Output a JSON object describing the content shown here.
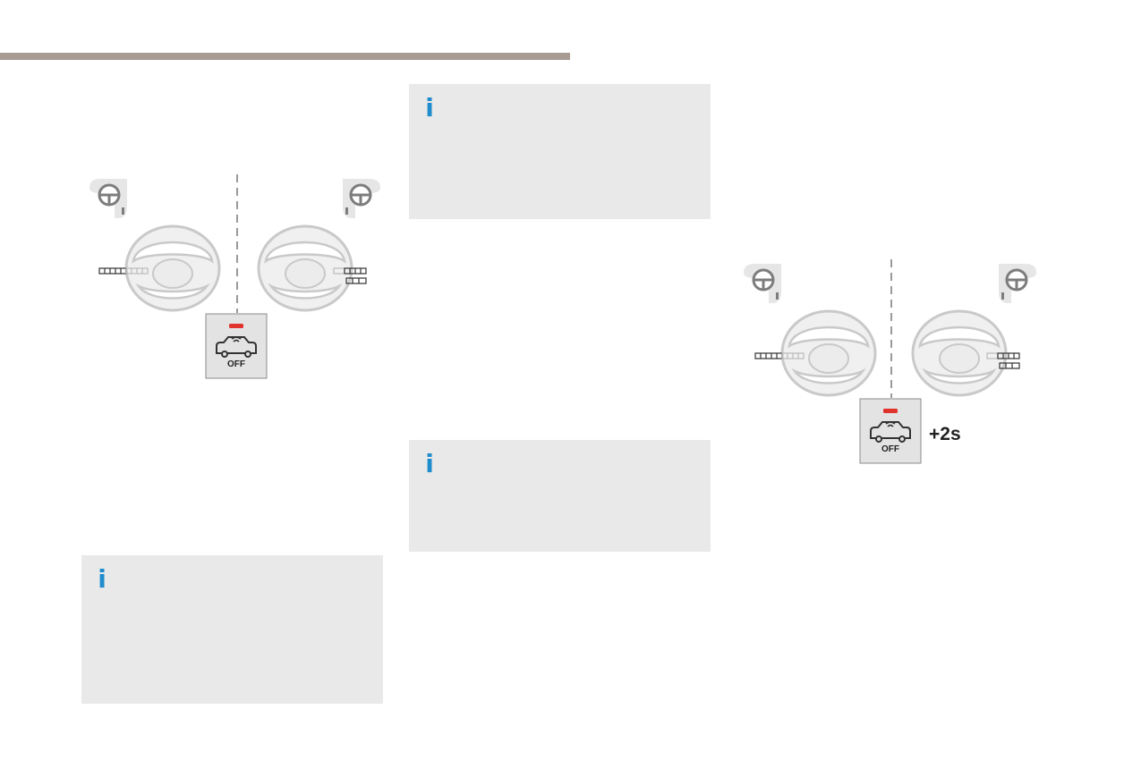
{
  "info_boxes": [
    {
      "icon": "info-icon",
      "color": "#1f8ccd"
    },
    {
      "icon": "info-icon",
      "color": "#1f8ccd"
    },
    {
      "icon": "info-icon",
      "color": "#1f8ccd"
    }
  ],
  "diagram_left": {
    "button_label": "OFF",
    "button_icon": "car-sensor-icon",
    "indicator_color": "#e1332d"
  },
  "diagram_right": {
    "button_label": "OFF",
    "button_icon": "car-sensor-icon",
    "indicator_color": "#e1332d",
    "press_duration": "+2s"
  },
  "colors": {
    "rule": "#a79b93",
    "box": "#e9e9e9",
    "info": "#1f8ccd"
  }
}
